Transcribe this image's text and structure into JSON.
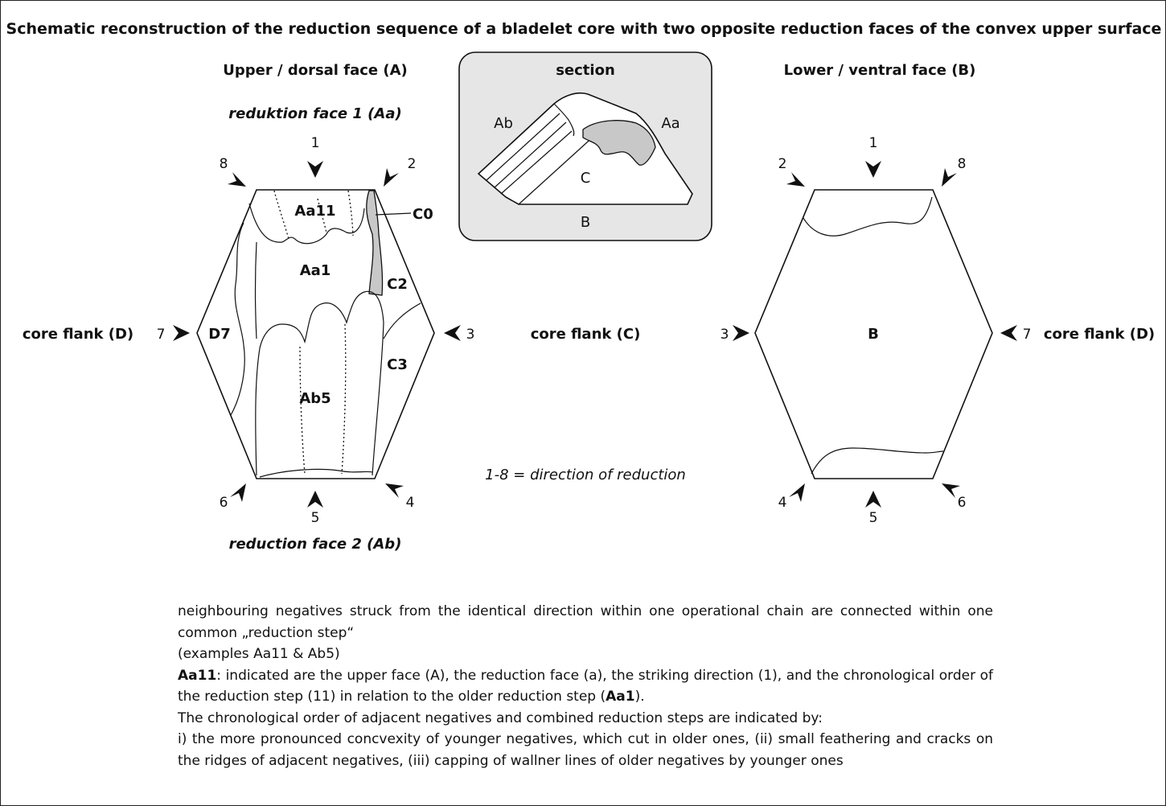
{
  "title": "Schematic reconstruction of the reduction sequence of a bladelet core with two opposite reduction faces of the convex upper surface",
  "upper_face": {
    "heading": "Upper / dorsal face (A)",
    "top_face_label": "reduktion face 1 (Aa)",
    "bottom_face_label": "reduction face 2 (Ab)",
    "left_flank": "core flank (D)",
    "right_flank": "core flank (C)",
    "directions": [
      "1",
      "2",
      "3",
      "4",
      "5",
      "6",
      "7",
      "8"
    ],
    "negatives": [
      "Aa11",
      "C0",
      "Aa1",
      "C2",
      "D7",
      "C3",
      "Ab5"
    ]
  },
  "section": {
    "heading": "section",
    "labels": {
      "ab": "Ab",
      "aa": "Aa",
      "c": "C",
      "b": "B"
    }
  },
  "lower_face": {
    "heading": "Lower / ventral face (B)",
    "left_flank": "core flank (D)",
    "center_label": "B",
    "directions": [
      "1",
      "2",
      "3",
      "4",
      "5",
      "6",
      "7",
      "8"
    ]
  },
  "legend_note": "1-8 = direction of reduction",
  "caption": {
    "para1": "neighbouring negatives struck from the identical direction within one operational chain are connected within one common „reduction step“",
    "para2": "(examples Aa11 & Ab5)",
    "para3_bold": "Aa11",
    "para3_a": ": indicated are the upper face (A), the reduction face (a), the striking direction (1), and the chronological order of the reduction step (11) in relation to the older reduction step (",
    "para3_bold2": "Aa1",
    "para3_b": ").",
    "para4": "The chronological order of adjacent negatives and combined reduction steps are indicated by:",
    "para5": "i) the more pronounced concvexity of younger negatives, which cut in older ones, (ii) small feathering and cracks on the ridges of adjacent negatives, (iii) capping of wallner lines of older negatives by younger ones"
  },
  "colors": {
    "line": "#111111",
    "section_fill": "#e6e6e6",
    "cortex_fill": "#c8c8c8"
  }
}
